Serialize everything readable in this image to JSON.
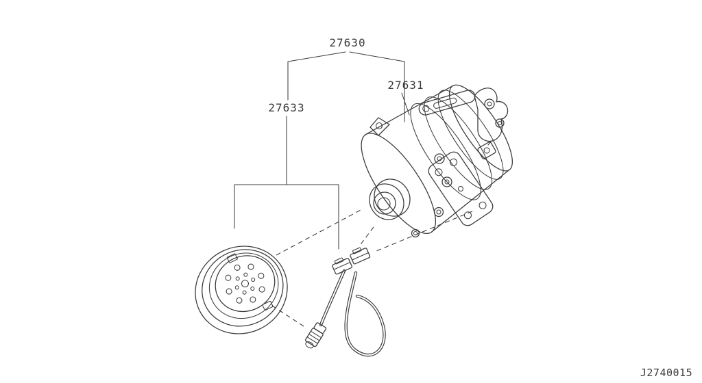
{
  "diagram": {
    "code": "J2740015",
    "labels": {
      "part_27630": "27630",
      "part_27631": "27631",
      "part_27633": "27633"
    },
    "colors": {
      "background": "#ffffff",
      "line": "#3d3d3d",
      "text": "#3a3a3a"
    }
  }
}
